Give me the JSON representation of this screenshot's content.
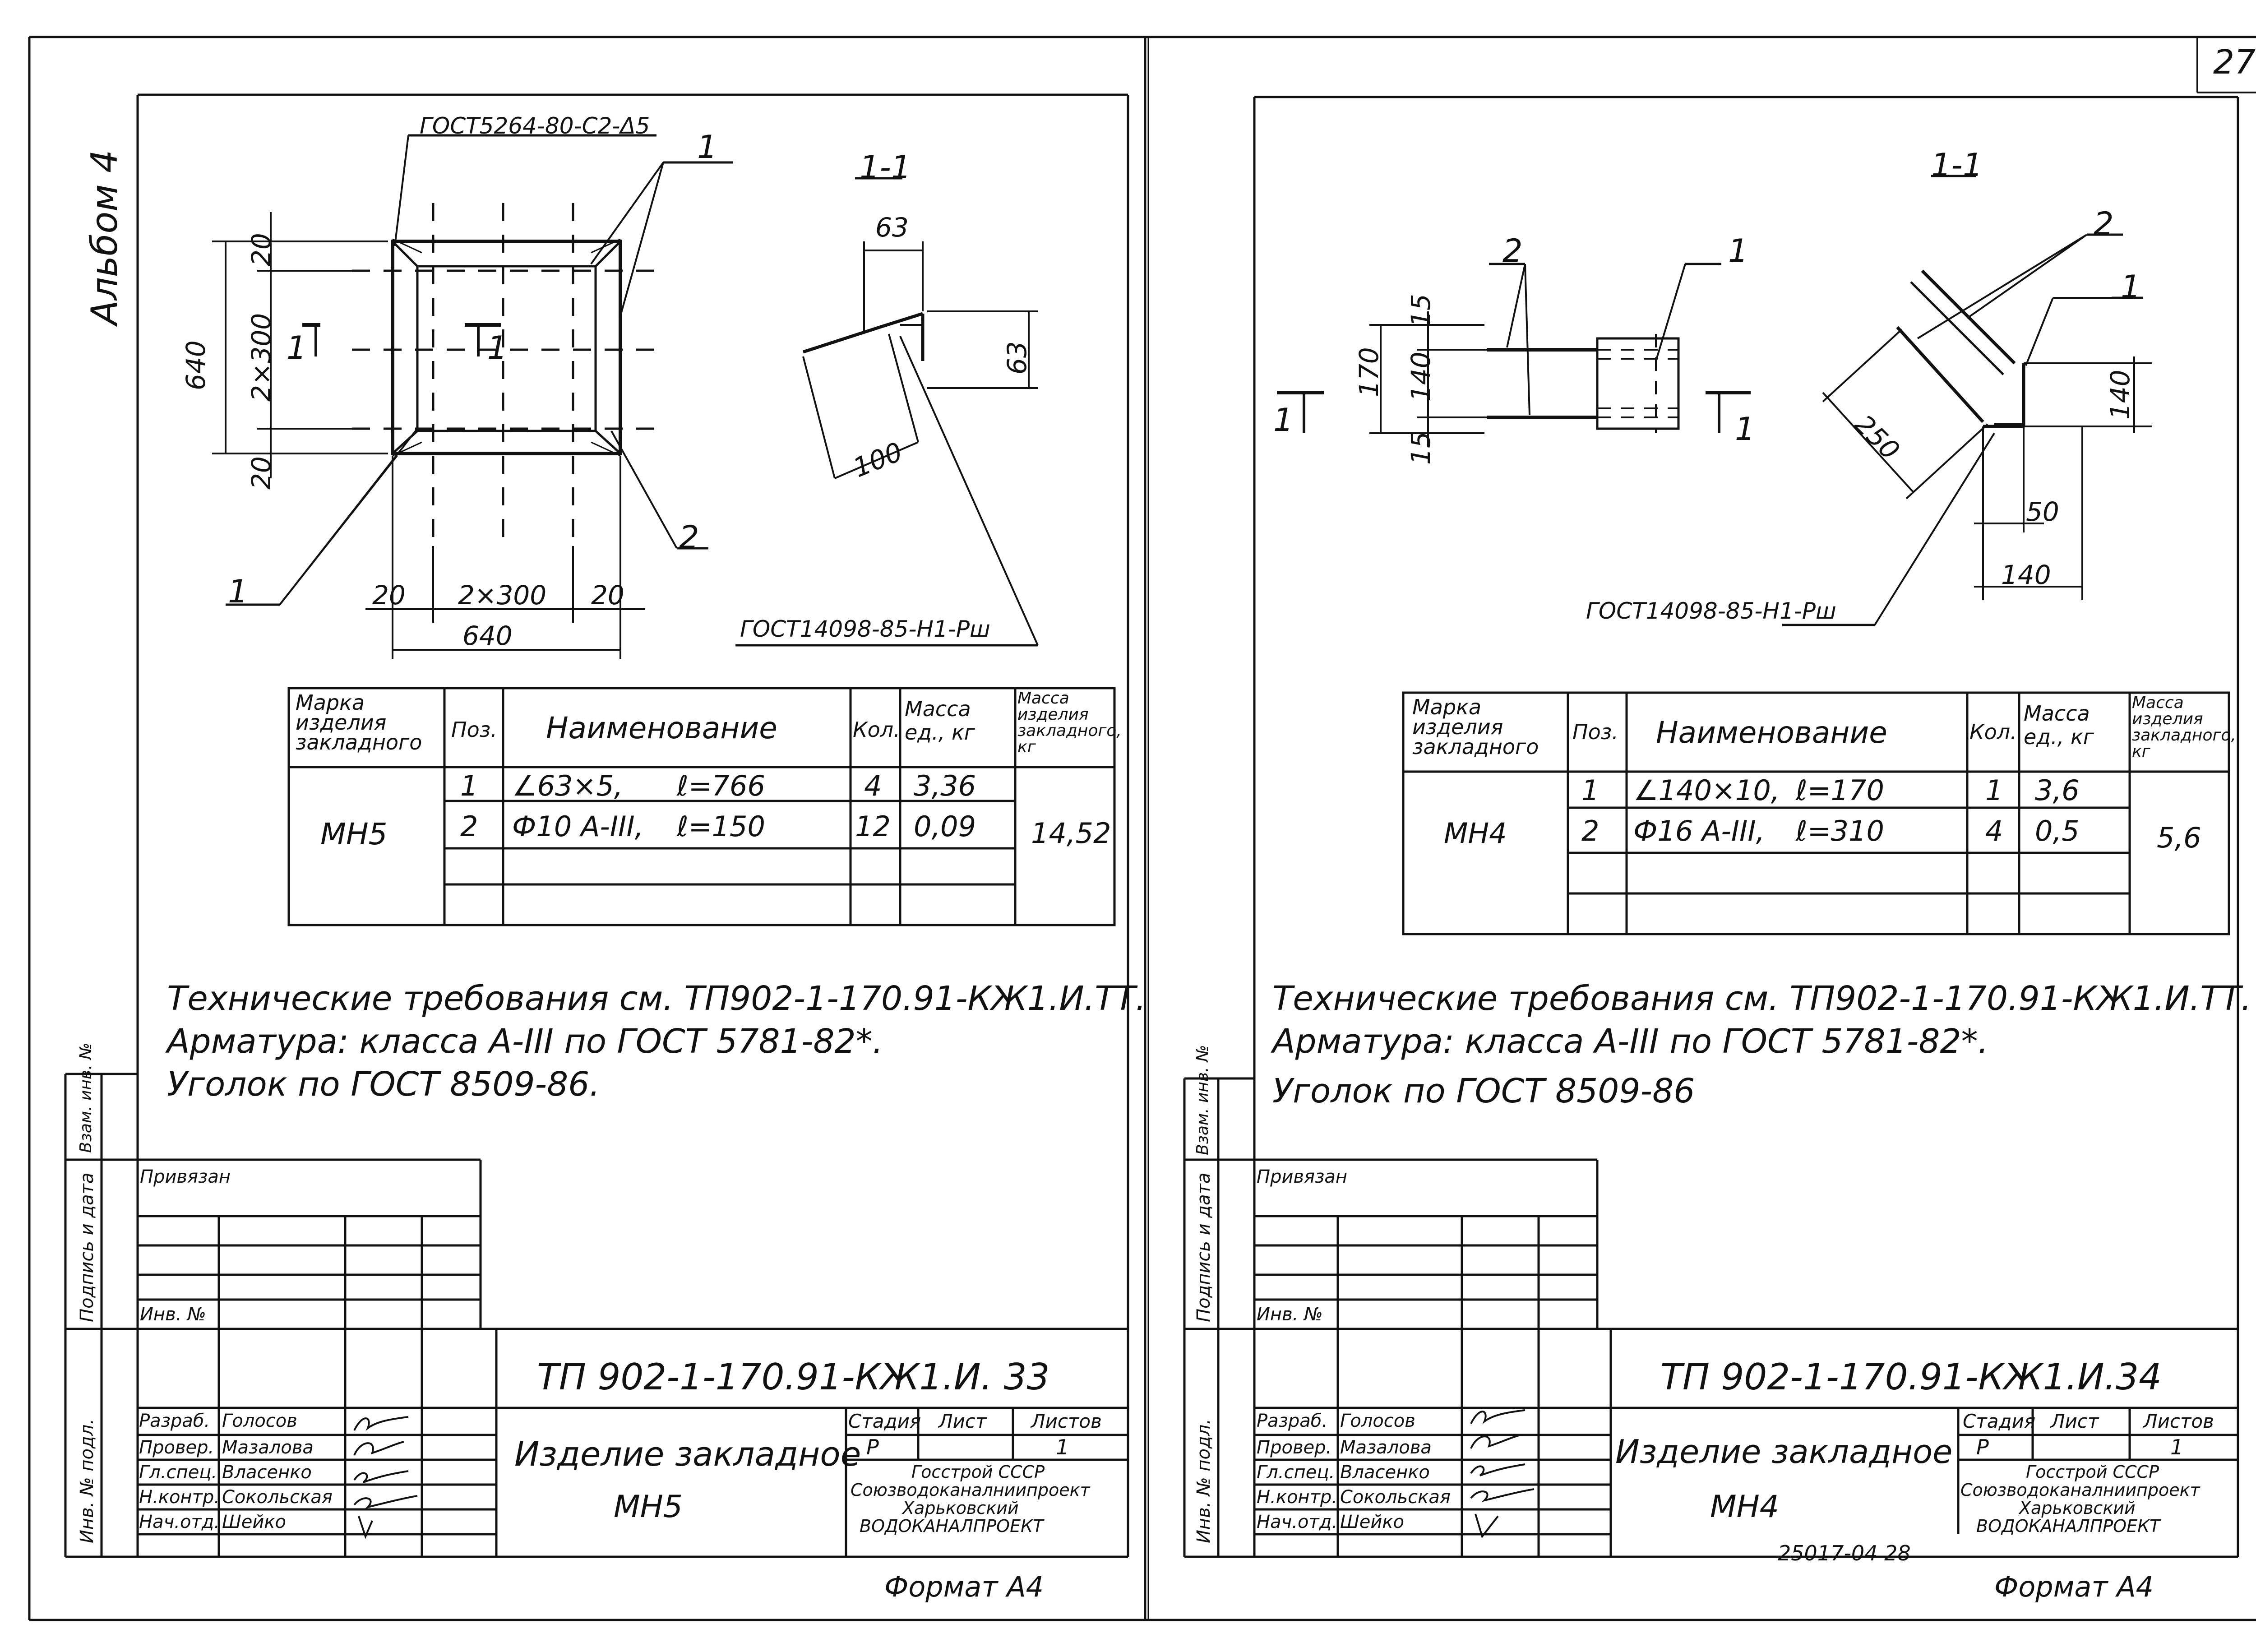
{
  "page_number": "27",
  "album": "Альбом 4",
  "left": {
    "gost_weld_top": "ГОСТ5264-80-С2-Δ5",
    "gost_weld_bottom": "ГОСТ14098-85-Н1-Рш",
    "section_label": "1-1",
    "cut_mark": "1",
    "callouts": [
      "1",
      "2",
      "1"
    ],
    "dims": {
      "d20a": "20",
      "d2x300v": "2×300",
      "d20b": "20",
      "d640v": "640",
      "d20c": "20",
      "d2x300h": "2×300",
      "d20d": "20",
      "d640h": "640",
      "d63a": "63",
      "d63b": "63",
      "d100": "100"
    },
    "table": {
      "headers": [
        "Марка изделия закладного",
        "Поз.",
        "Наименование",
        "Кол.",
        "Масса ед., кг",
        "Масса изделия закладного, кг"
      ],
      "mark": "МН5",
      "rows": [
        {
          "pos": "1",
          "name": "∠63×5,",
          "len": "ℓ=766",
          "qty": "4",
          "mass": "3,36"
        },
        {
          "pos": "2",
          "name": "Ф10 А-III,",
          "len": "ℓ=150",
          "qty": "12",
          "mass": "0,09"
        }
      ],
      "total": "14,52"
    },
    "notes": [
      "Технические требования см. ТП902-1-170.91-КЖ1.И.ТТ.",
      "Арматура: класса А-III по ГОСТ 5781-82*.",
      "Уголок по ГОСТ 8509-86."
    ],
    "tb": {
      "privyazan": "Привязан",
      "inv": "Инв. №",
      "code": "ТП 902-1-170.91-КЖ1.И. 33",
      "roles": [
        "Разраб.",
        "Провер.",
        "Гл.спец.",
        "Н.контр.",
        "Нач.отд."
      ],
      "names": [
        "Голосов",
        "Мазалова",
        "Власенко",
        "Сокольская",
        "Шейко"
      ],
      "title1": "Изделие закладное",
      "title2": "МН5",
      "stage_h": "Стадия",
      "sheet_h": "Лист",
      "sheets_h": "Листов",
      "stage": "Р",
      "sheets": "1",
      "org1": "Госстрой СССР",
      "org2": "Союзводоканалниипроект",
      "org3": "Харьковский",
      "org4": "ВОДОКАНАЛПРОЕКТ",
      "side": [
        "Взам. инв. №",
        "Подпись и дата",
        "Инв. № подл."
      ]
    },
    "format": "Формат А4"
  },
  "right": {
    "section_label": "1-1",
    "gost_weld": "ГОСТ14098-85-Н1-Рш",
    "cut_mark": "1",
    "callouts": [
      "2",
      "1",
      "2",
      "1"
    ],
    "dims": {
      "d15a": "15",
      "d140v": "140",
      "d15b": "15",
      "d170": "170",
      "d250": "250",
      "d140r": "140",
      "d50": "50",
      "d140b": "140"
    },
    "table": {
      "headers": [
        "Марка изделия закладного",
        "Поз.",
        "Наименование",
        "Кол.",
        "Масса ед., кг",
        "Масса изделия закладного, кг"
      ],
      "mark": "МН4",
      "rows": [
        {
          "pos": "1",
          "name": "∠140×10,",
          "len": "ℓ=170",
          "qty": "1",
          "mass": "3,6"
        },
        {
          "pos": "2",
          "name": "Ф16 А-III,",
          "len": "ℓ=310",
          "qty": "4",
          "mass": "0,5"
        }
      ],
      "total": "5,6"
    },
    "notes": [
      "Технические требования см. ТП902-1-170.91-КЖ1.И.ТТ.",
      "Арматура: класса А-III по ГОСТ 5781-82*.",
      "Уголок по ГОСТ 8509-86"
    ],
    "tb": {
      "privyazan": "Привязан",
      "inv": "Инв. №",
      "code": "ТП 902-1-170.91-КЖ1.И.34",
      "roles": [
        "Разраб.",
        "Провер.",
        "Гл.спец.",
        "Н.контр.",
        "Нач.отд."
      ],
      "names": [
        "Голосов",
        "Мазалова",
        "Власенко",
        "Сокольская",
        "Шейко"
      ],
      "title1": "Изделие закладное",
      "title2": "МН4",
      "stage_h": "Стадия",
      "sheet_h": "Лист",
      "sheets_h": "Листов",
      "stage": "Р",
      "sheets": "1",
      "org1": "Госстрой СССР",
      "org2": "Союзводоканалниипроект",
      "org3": "Харьковский",
      "org4": "ВОДОКАНАЛПРОЕКТ",
      "side": [
        "Взам. инв. №",
        "Подпись и дата",
        "Инв. № подл."
      ]
    },
    "doc_number": "25017-04   28",
    "format": "Формат А4"
  }
}
